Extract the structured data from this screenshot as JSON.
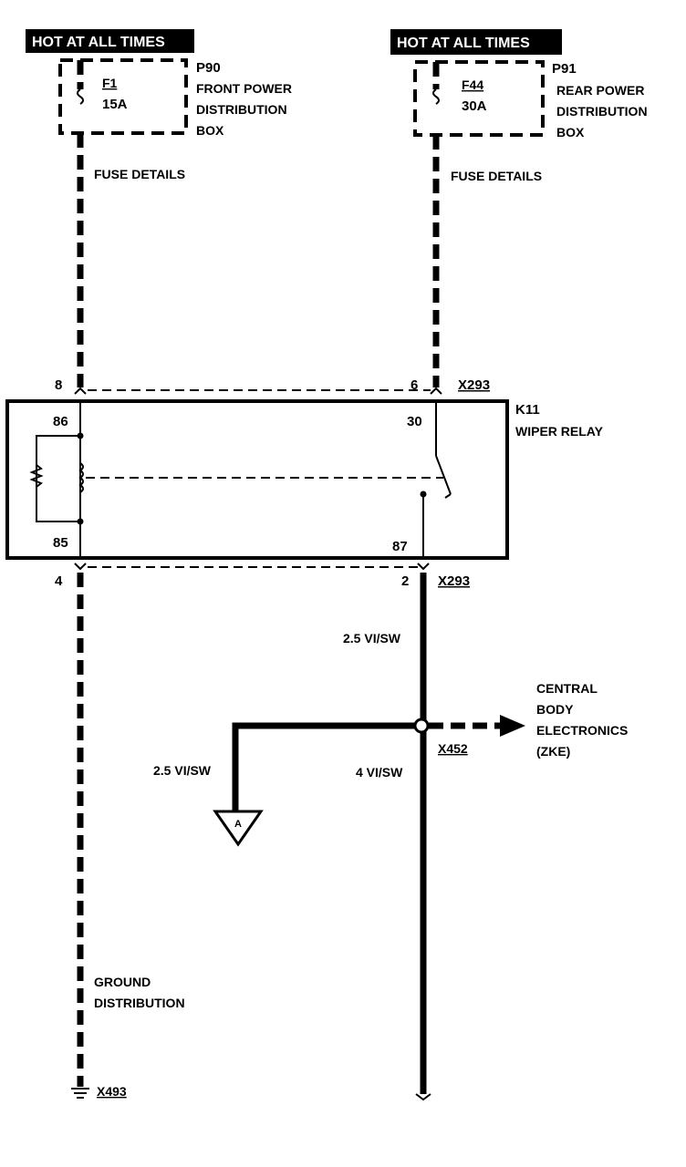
{
  "hot_left": "HOT AT ALL TIMES",
  "hot_right": "HOT AT ALL TIMES",
  "fuse_left": {
    "id": "F1",
    "rating": "15A",
    "ref": "P90",
    "name_line1": "FRONT POWER",
    "name_line2": "DISTRIBUTION",
    "name_line3": "BOX",
    "details": "FUSE DETAILS"
  },
  "fuse_right": {
    "id": "F44",
    "rating": "30A",
    "ref": "P91",
    "name_line1": "REAR POWER",
    "name_line2": "DISTRIBUTION",
    "name_line3": "BOX",
    "details": "FUSE DETAILS"
  },
  "connector_top": {
    "pin_left": "8",
    "pin_right": "6",
    "id": "X293"
  },
  "relay": {
    "id": "K11",
    "name": "WIPER RELAY",
    "pin_86": "86",
    "pin_85": "85",
    "pin_30": "30",
    "pin_87": "87"
  },
  "connector_bottom": {
    "pin_left": "4",
    "pin_right": "2",
    "id": "X293"
  },
  "wires": {
    "relay_output": "2.5 VI/SW",
    "branch_left": "2.5 VI/SW",
    "down_right": "4 VI/SW"
  },
  "splice": "X452",
  "zke": {
    "line1": "CENTRAL",
    "line2": "BODY",
    "line3": "ELECTRONICS",
    "line4": "(ZKE)"
  },
  "connector_ref_a": "A",
  "ground": {
    "line1": "GROUND",
    "line2": "DISTRIBUTION",
    "id": "X493"
  }
}
